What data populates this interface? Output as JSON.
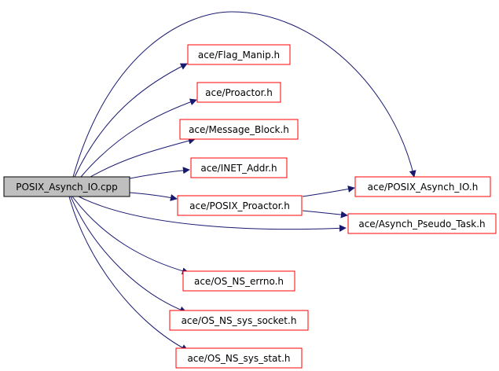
{
  "graph": {
    "root": {
      "label": "POSIX_Asynch_IO.cpp"
    },
    "includes": [
      {
        "label": "ace/Flag_Manip.h"
      },
      {
        "label": "ace/Proactor.h"
      },
      {
        "label": "ace/Message_Block.h"
      },
      {
        "label": "ace/INET_Addr.h"
      },
      {
        "label": "ace/POSIX_Proactor.h"
      },
      {
        "label": "ace/POSIX_Asynch_IO.h"
      },
      {
        "label": "ace/Asynch_Pseudo_Task.h"
      },
      {
        "label": "ace/OS_NS_errno.h"
      },
      {
        "label": "ace/OS_NS_sys_socket.h"
      },
      {
        "label": "ace/OS_NS_sys_stat.h"
      }
    ],
    "colors": {
      "root_fill": "#bfbfbf",
      "node_border": "#ff0000",
      "edge": "#191970"
    }
  }
}
